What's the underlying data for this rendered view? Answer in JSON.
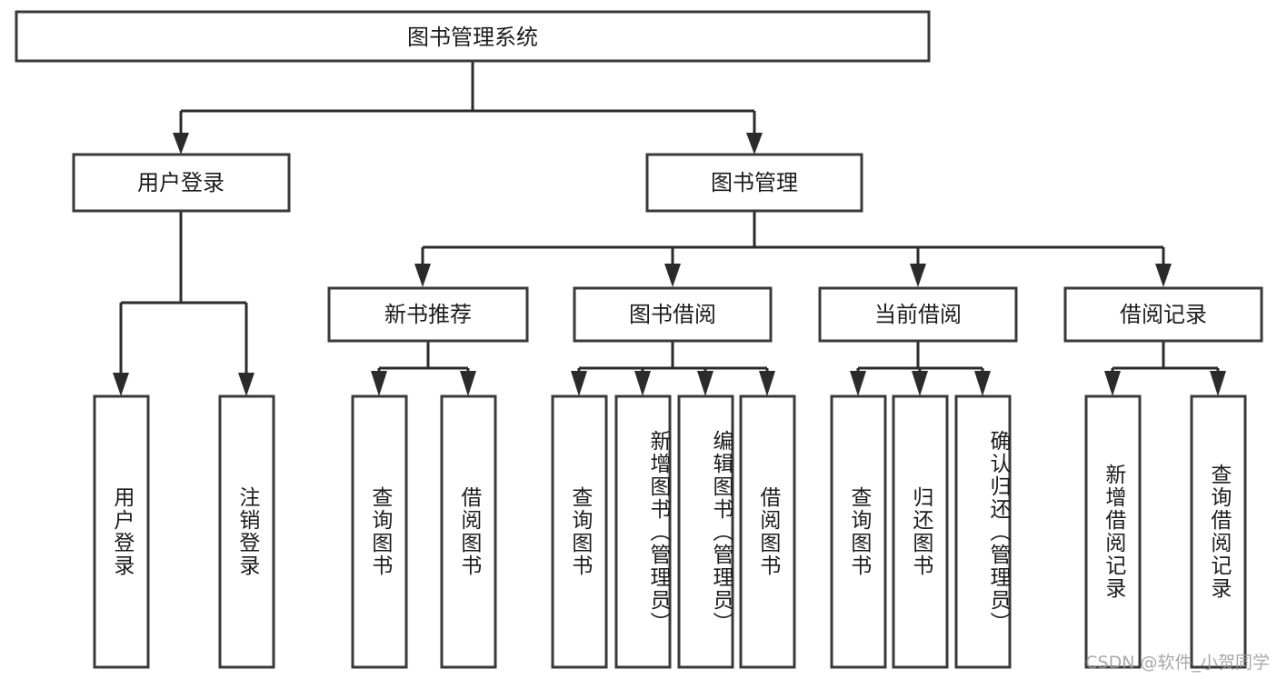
{
  "diagram": {
    "type": "tree-hierarchy-chart",
    "title": "图书管理系统",
    "watermark": "CSDN @软件_小贺同学",
    "colors": {
      "background": "#ffffff",
      "box_fill": "#ffffff",
      "box_stroke": "#3a3a3a",
      "edge_stroke": "#2b2b2b",
      "text": "#1c1c1c",
      "watermark_text": "#9a9a9a"
    },
    "levels": {
      "root": {
        "label": "图书管理系统"
      },
      "level2": [
        {
          "id": "user-login",
          "label": "用户登录"
        },
        {
          "id": "book-management",
          "label": "图书管理"
        }
      ],
      "level3": [
        {
          "id": "new-book-recommend",
          "label": "新书推荐",
          "parent": "book-management"
        },
        {
          "id": "book-borrow",
          "label": "图书借阅",
          "parent": "book-management"
        },
        {
          "id": "current-borrow",
          "label": "当前借阅",
          "parent": "book-management"
        },
        {
          "id": "borrow-record",
          "label": "借阅记录",
          "parent": "book-management"
        }
      ],
      "leaves": [
        {
          "id": "leaf-user-login",
          "label": "用户登录",
          "parent": "user-login"
        },
        {
          "id": "leaf-logout-login",
          "label": "注销登录",
          "parent": "user-login"
        },
        {
          "id": "leaf-query-book-1",
          "label": "查询图书",
          "parent": "new-book-recommend"
        },
        {
          "id": "leaf-borrow-book-1",
          "label": "借阅图书",
          "parent": "new-book-recommend"
        },
        {
          "id": "leaf-query-book-2",
          "label": "查询图书",
          "parent": "book-borrow"
        },
        {
          "id": "leaf-add-book",
          "label": "新增图书（管理员）",
          "parent": "book-borrow"
        },
        {
          "id": "leaf-edit-book",
          "label": "编辑图书（管理员）",
          "parent": "book-borrow"
        },
        {
          "id": "leaf-borrow-book-2",
          "label": "借阅图书",
          "parent": "book-borrow"
        },
        {
          "id": "leaf-query-book-3",
          "label": "查询图书",
          "parent": "current-borrow"
        },
        {
          "id": "leaf-return-book",
          "label": "归还图书",
          "parent": "current-borrow"
        },
        {
          "id": "leaf-confirm-return",
          "label": "确认归还（管理员）",
          "parent": "current-borrow"
        },
        {
          "id": "leaf-add-record",
          "label": "新增借阅记录",
          "parent": "borrow-record"
        },
        {
          "id": "leaf-query-record",
          "label": "查询借阅记录",
          "parent": "borrow-record"
        }
      ]
    }
  }
}
